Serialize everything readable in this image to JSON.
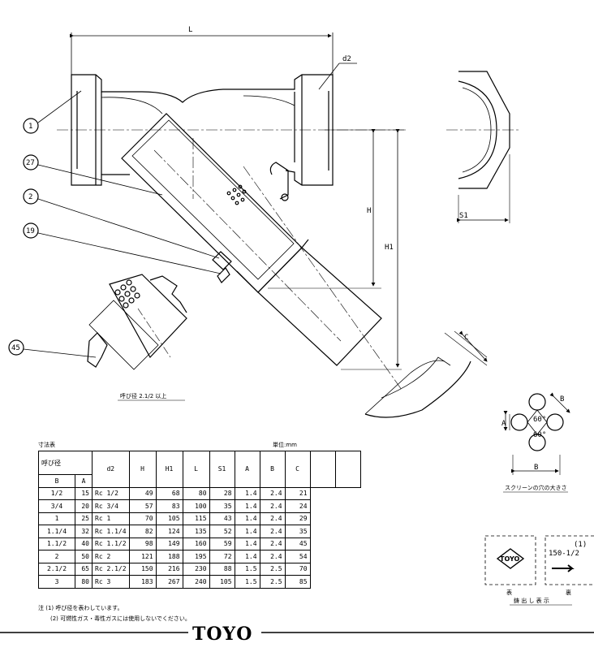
{
  "dimensions": {
    "L": "L",
    "d2": "d2",
    "H": "H",
    "H1": "H1",
    "S1": "S1",
    "C": "C",
    "A": "A",
    "B": "B"
  },
  "parts": [
    "1",
    "27",
    "2",
    "19",
    "45"
  ],
  "detail_caption": "呼び径 2.1/2 以上",
  "screen": {
    "angle1": "60°",
    "angle2": "60°",
    "caption": "スクリーンの穴の大きさ"
  },
  "table": {
    "caption": "寸法表",
    "unit": "単位:mm",
    "nominal_header": "呼び径",
    "headers": [
      "B",
      "A",
      "d2",
      "H",
      "H1",
      "L",
      "S1",
      "A",
      "B",
      "C"
    ],
    "rows": [
      [
        "1/2",
        "15",
        "Rc 1/2",
        "49",
        "68",
        "80",
        "28",
        "1.4",
        "2.4",
        "21"
      ],
      [
        "3/4",
        "20",
        "Rc 3/4",
        "57",
        "83",
        "100",
        "35",
        "1.4",
        "2.4",
        "24"
      ],
      [
        "1",
        "25",
        "Rc 1",
        "70",
        "105",
        "115",
        "43",
        "1.4",
        "2.4",
        "29"
      ],
      [
        "1.1/4",
        "32",
        "Rc 1.1/4",
        "82",
        "124",
        "135",
        "52",
        "1.4",
        "2.4",
        "35"
      ],
      [
        "1.1/2",
        "40",
        "Rc 1.1/2",
        "98",
        "149",
        "160",
        "59",
        "1.4",
        "2.4",
        "45"
      ],
      [
        "2",
        "50",
        "Rc 2",
        "121",
        "188",
        "195",
        "72",
        "1.4",
        "2.4",
        "54"
      ],
      [
        "2.1/2",
        "65",
        "Rc 2.1/2",
        "150",
        "216",
        "230",
        "88",
        "1.5",
        "2.5",
        "70"
      ],
      [
        "3",
        "80",
        "Rc 3",
        "183",
        "267",
        "240",
        "105",
        "1.5",
        "2.5",
        "85"
      ]
    ]
  },
  "notes": [
    "注 (1) 呼び径を表わしています。",
    "(2) 可燃性ガス・毒性ガスには使用しないでください。"
  ],
  "marking": {
    "logo": "TOYO",
    "note_ref": "(1)",
    "size_text": "150-1/2",
    "front": "表",
    "back": "裏",
    "caption": "鋳 出 し 表 示"
  },
  "brand": "TOYO"
}
